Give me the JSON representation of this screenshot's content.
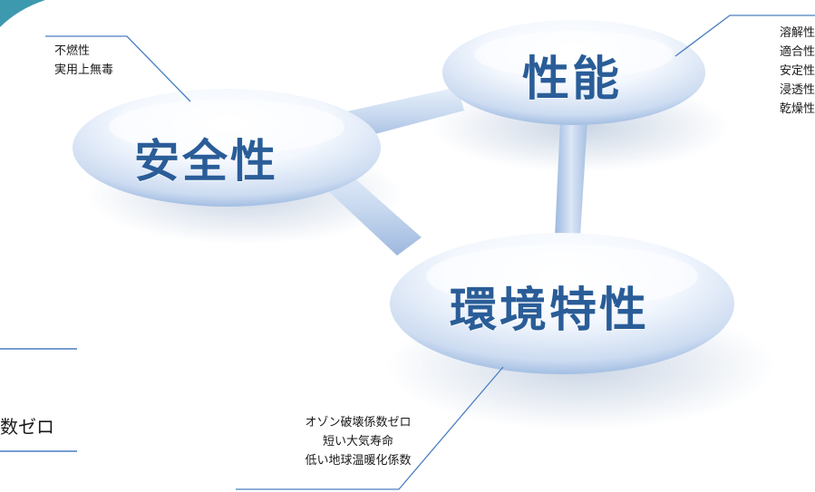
{
  "nodes": {
    "safety": {
      "title": "安全性",
      "notes": [
        "不燃性",
        "実用上無毒"
      ]
    },
    "performance": {
      "title": "性能",
      "notes": [
        "溶解性",
        "適合性",
        "安定性",
        "浸透性",
        "乾燥性"
      ]
    },
    "environment": {
      "title": "環境特性",
      "notes": [
        "オゾン破壊係数ゼロ",
        "短い大気寿命",
        "低い地球温暖化係数"
      ]
    }
  },
  "left_fragment": "数ゼロ",
  "colors": {
    "title": "#2a5d98",
    "leader_line": "#4a7fc1",
    "lens_center": "#ffffff",
    "lens_edge": "#8fb0dc"
  }
}
